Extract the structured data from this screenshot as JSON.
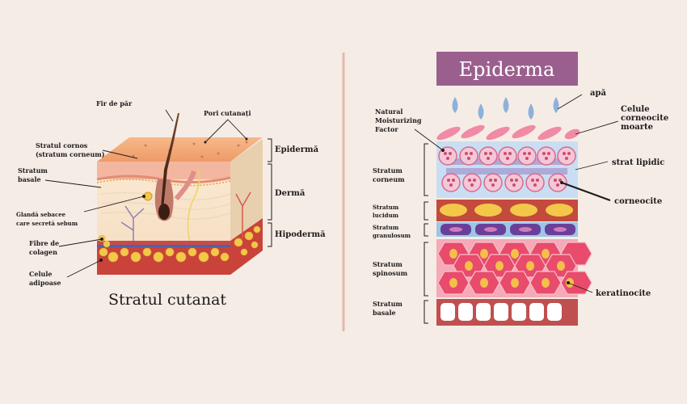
{
  "left": {
    "caption": "Stratul cutanat",
    "labels": {
      "hair": "Fir de păr",
      "pores": "Pori cutanați",
      "corneum_1": "Stratul cornos",
      "corneum_2": "(stratum corneum)",
      "basal_1": "Stratum",
      "basal_2": "basale",
      "gland_1": "Glandă sebacee",
      "gland_2": "care secretă sebum",
      "fibers_1": "Fibre de",
      "fibers_2": "colagen",
      "adipose_1": "Celule",
      "adipose_2": "adipoase",
      "epidermis": "Epidermă",
      "dermis": "Dermă",
      "hypodermis": "Hipodermă"
    }
  },
  "right": {
    "title": "Epiderma",
    "layers": {
      "corneum_1": "Stratum",
      "corneum_2": "corneum",
      "lucidum_1": "Stratum",
      "lucidum_2": "lucidum",
      "granulosum_1": "Stratum",
      "granulosum_2": "granulosum",
      "spinosum_1": "Stratum",
      "spinosum_2": "spinosum",
      "basale_1": "Stratum",
      "basale_2": "basale"
    },
    "labels": {
      "nmf_1": "Natural",
      "nmf_2": "Moisturizing",
      "nmf_3": "Factor",
      "water": "apă",
      "dead_1": "Celule",
      "dead_2": "corneocite",
      "dead_3": "moarte",
      "lipid": "strat lipidic",
      "corneocytes": "corneocite",
      "keratinocytes": "keratinocite"
    }
  },
  "colors": {
    "background": "#f6ece6",
    "title_bar": "#9b5f8e",
    "divider": "#e0b9ad"
  }
}
